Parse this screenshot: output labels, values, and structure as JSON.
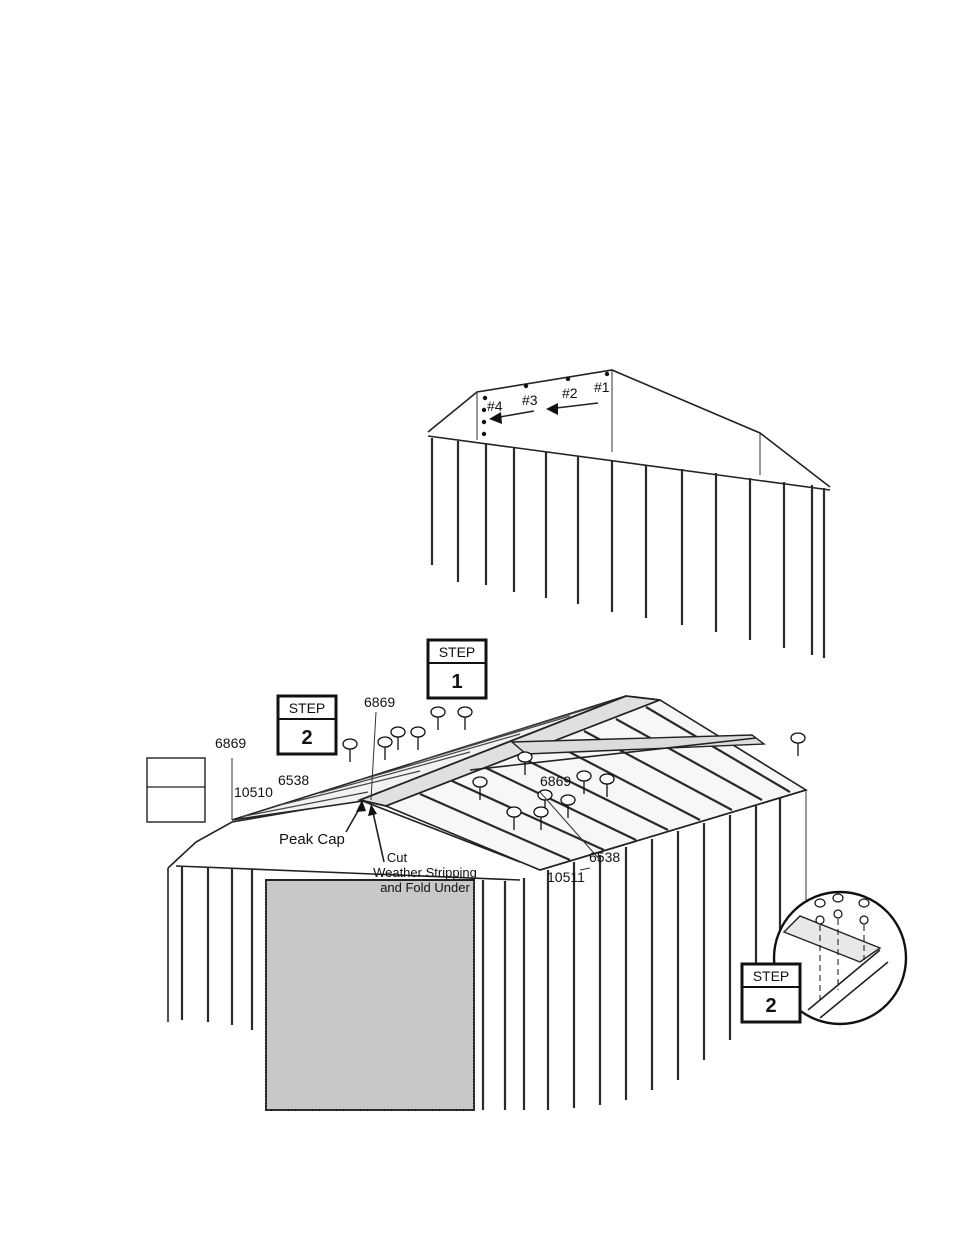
{
  "inset_top": {
    "labels": [
      "#1",
      "#2",
      "#3",
      "#4"
    ]
  },
  "main": {
    "step1": {
      "word": "STEP",
      "number": "1"
    },
    "step2_left": {
      "word": "STEP",
      "number": "2"
    },
    "step2_detail": {
      "word": "STEP",
      "number": "2"
    },
    "parts": {
      "p6869_left": "6869",
      "p6869_peak": "6869",
      "p6869_right": "6869",
      "p6538_left": "6538",
      "p6538_right": "6538",
      "p10510": "10510",
      "p10511": "10511"
    },
    "callouts": {
      "peak_cap": "Peak Cap",
      "cut_line1": "Cut",
      "cut_line2": "Weather Stripping",
      "cut_line3": "and Fold Under"
    }
  }
}
